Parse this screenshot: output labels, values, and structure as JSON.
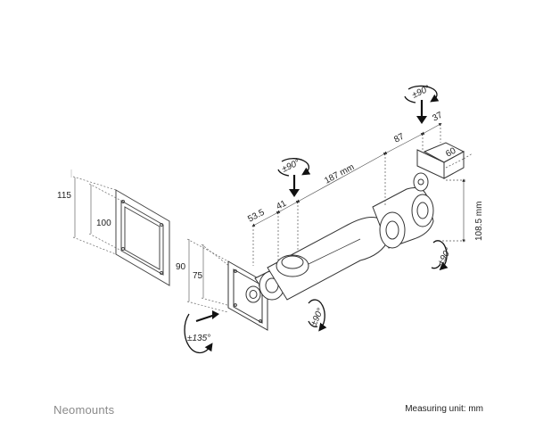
{
  "brand": "Neomounts",
  "measuring_unit": "Measuring unit: mm",
  "dimensions": {
    "plate_large_height": "115",
    "plate_large_hole": "100",
    "plate_small_height": "90",
    "plate_small_hole": "75",
    "seg_53_5": "53.5",
    "seg_41": "41",
    "arm_length": "187 mm",
    "seg_87": "87",
    "seg_37": "37",
    "bracket_60": "60",
    "height_108_5": "108.5 mm"
  },
  "rotations": {
    "top_arm": "±90°",
    "mid_arm": "±90°",
    "head_tilt": "±90°",
    "wall_pivot": "±90°",
    "head_swivel": "±135°"
  },
  "icons": {
    "rotation_marker": "rotation-arrow-icon",
    "direction_marker": "down-arrow-icon"
  }
}
